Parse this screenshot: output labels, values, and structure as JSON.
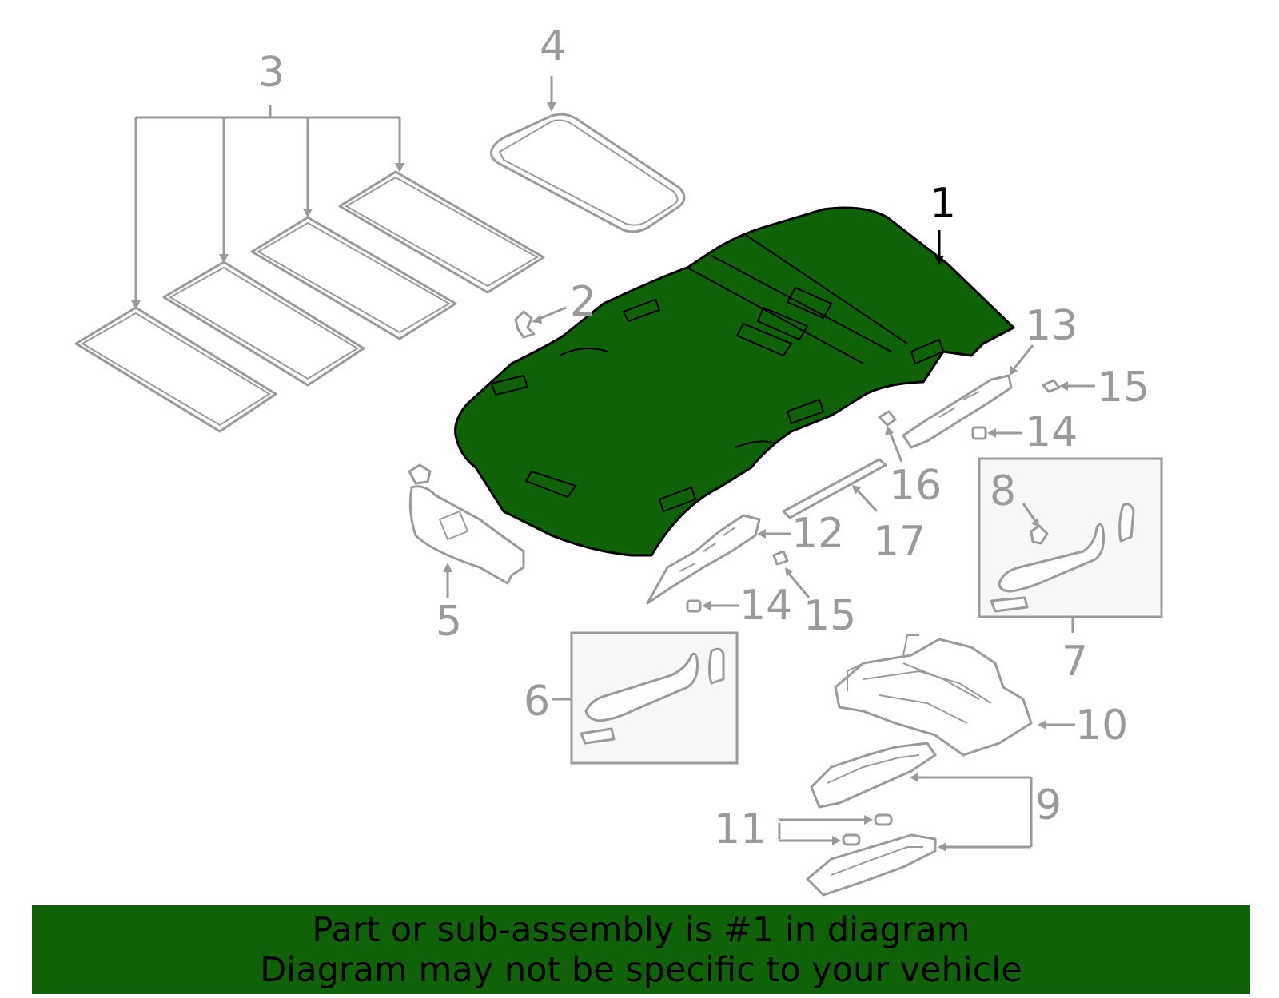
{
  "diagram": {
    "highlight_color": "#0f6208",
    "line_color": "#9a9a9a",
    "callouts": {
      "c1": "1",
      "c2": "2",
      "c3": "3",
      "c4": "4",
      "c5": "5",
      "c6": "6",
      "c7": "7",
      "c8": "8",
      "c9": "9",
      "c10": "10",
      "c11": "11",
      "c12": "12",
      "c13": "13",
      "c14a": "14",
      "c14b": "14",
      "c15a": "15",
      "c15b": "15",
      "c16": "16",
      "c17": "17"
    }
  },
  "banner": {
    "line1": "Part or sub-assembly is #1 in diagram",
    "line2": "Diagram may not be specific to your vehicle",
    "background": "#0f6208"
  }
}
